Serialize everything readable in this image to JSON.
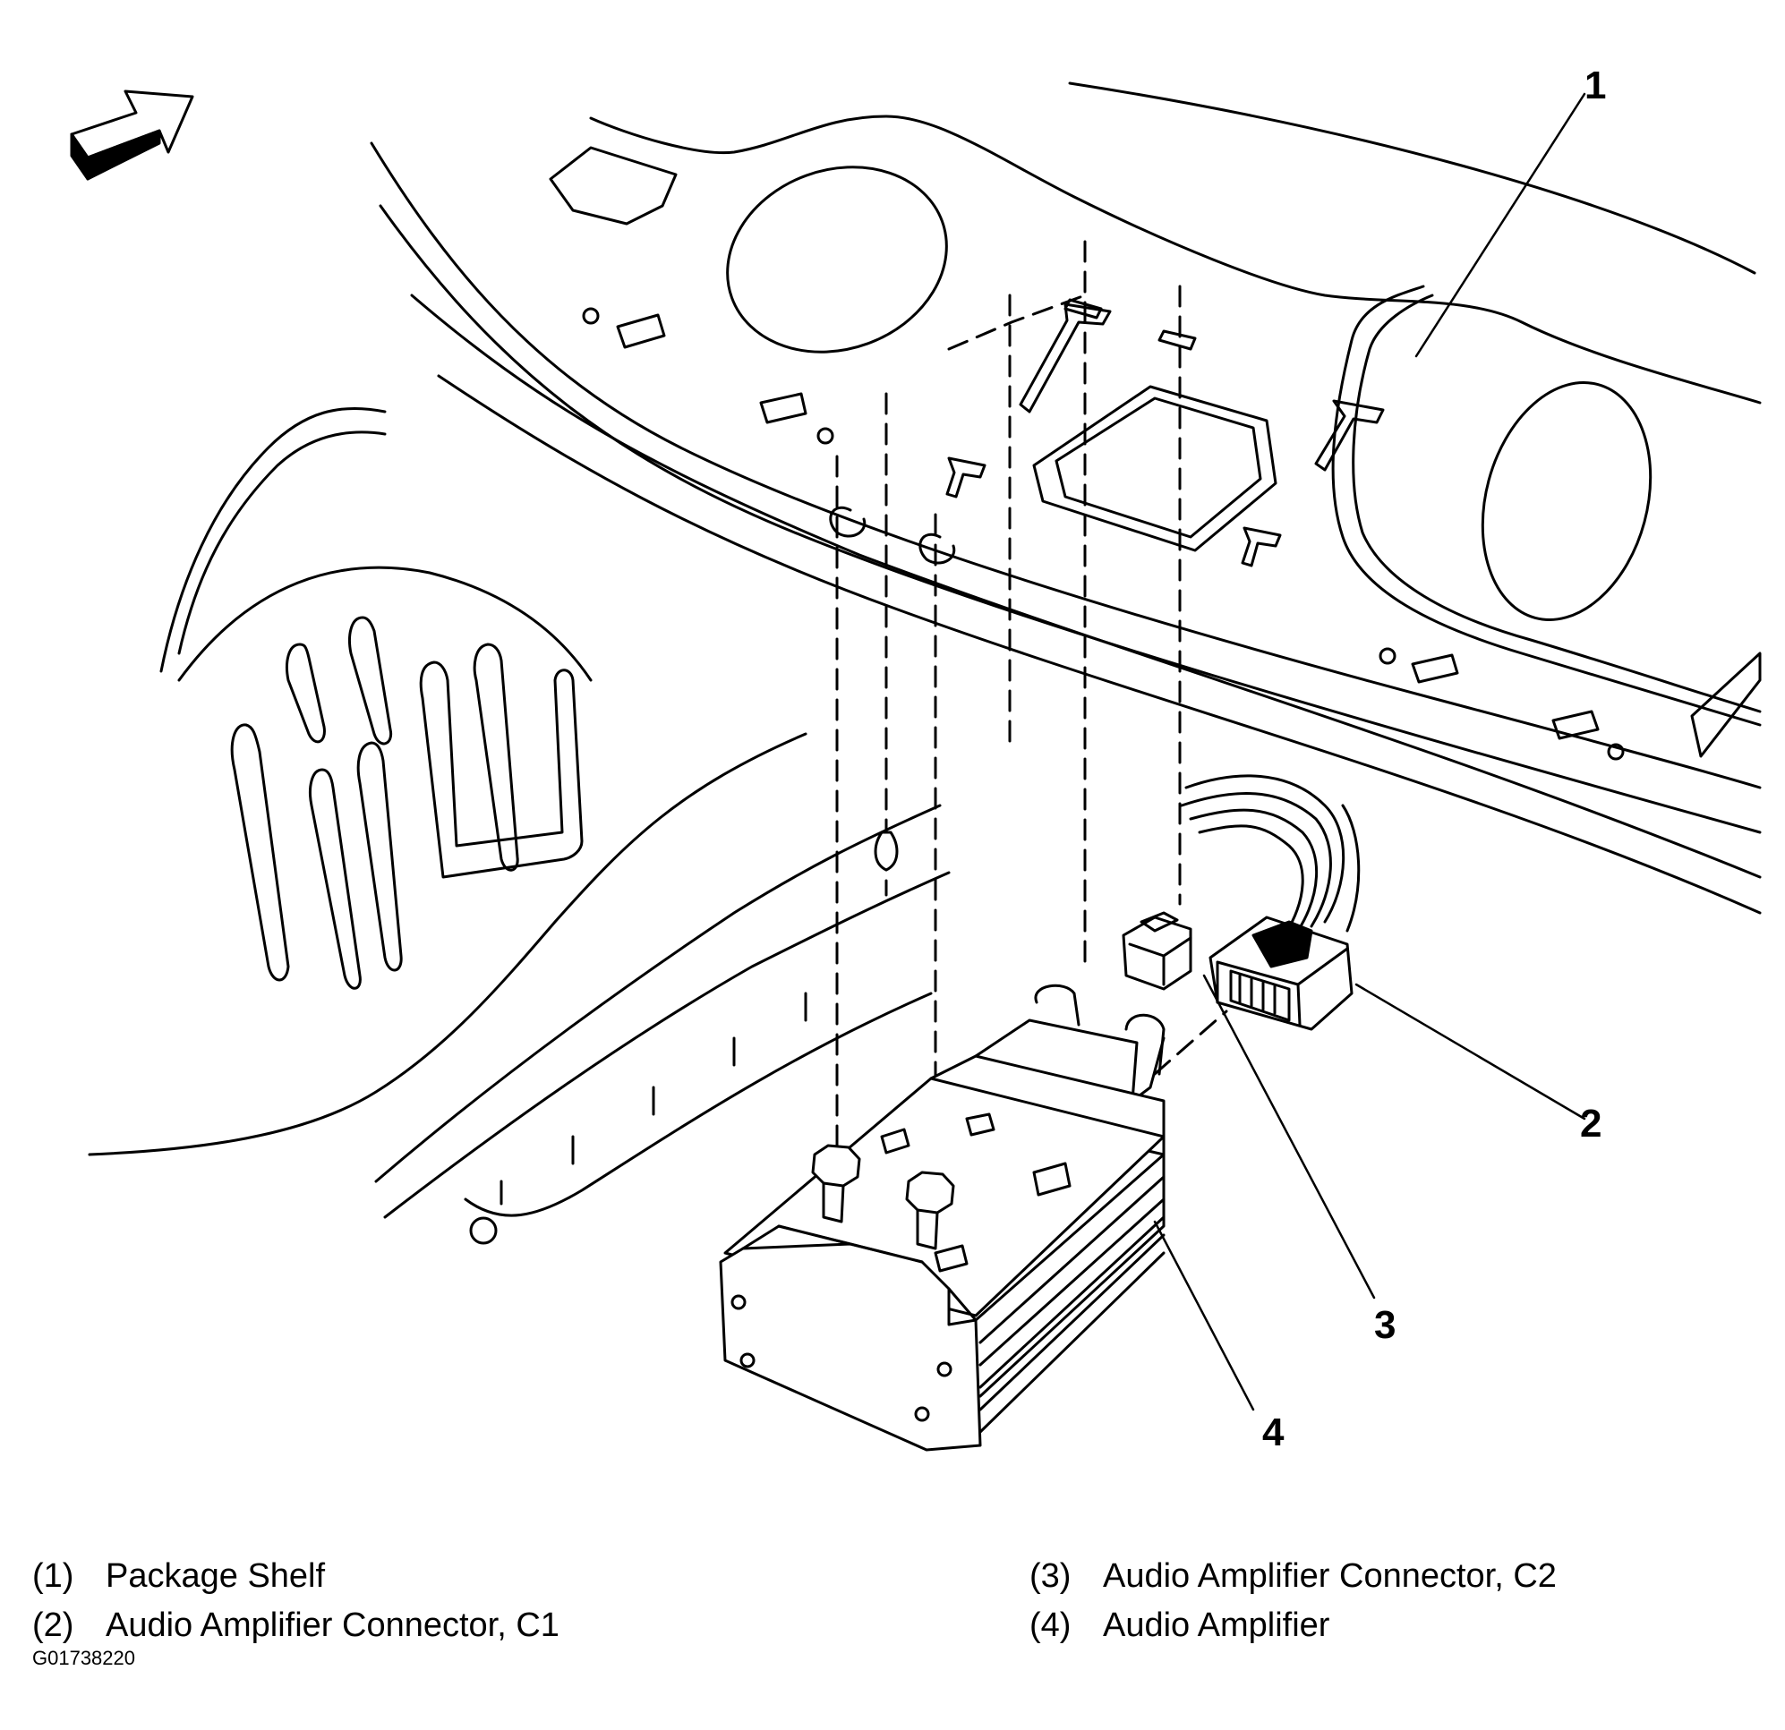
{
  "callouts": [
    {
      "number": "1",
      "part": "Package Shelf"
    },
    {
      "number": "2",
      "part": "Audio Amplifier Connector, C1"
    },
    {
      "number": "3",
      "part": "Audio Amplifier Connector, C2"
    },
    {
      "number": "4",
      "part": "Audio Amplifier"
    }
  ],
  "legend": [
    {
      "num": "(1)",
      "text": "Package Shelf"
    },
    {
      "num": "(2)",
      "text": "Audio Amplifier Connector, C1"
    },
    {
      "num": "(3)",
      "text": "Audio Amplifier Connector, C2"
    },
    {
      "num": "(4)",
      "text": "Audio Amplifier"
    }
  ],
  "figure_id": "G01738220",
  "icons": {
    "direction_arrow": "front-direction-arrow-icon"
  },
  "colors": {
    "ink": "#000000",
    "paper": "#ffffff"
  }
}
